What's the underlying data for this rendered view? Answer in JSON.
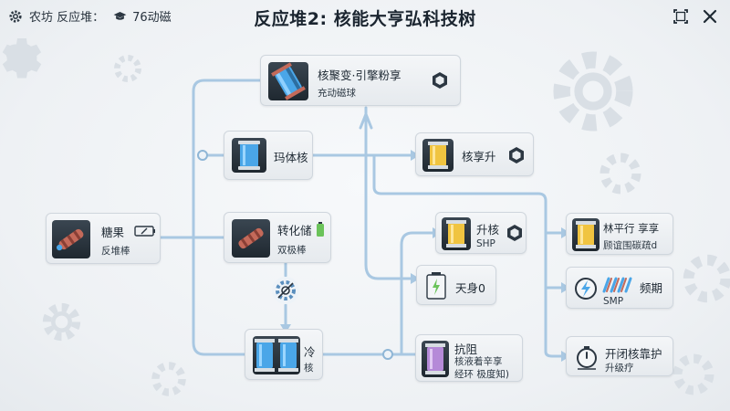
{
  "header": {
    "left_label": "农坊 反应堆：",
    "left_value": "76动磁",
    "title": "反应堆2: 核能大亨弘科技树"
  },
  "nodes": {
    "top": {
      "label1": "核聚变·引擎粉享",
      "label2": "充动磁球"
    },
    "cond": {
      "label1": "玛体核"
    },
    "rod": {
      "label1": "糖果",
      "label2": "反堆棒"
    },
    "mid": {
      "label1": "转化储",
      "label2": "双极棒"
    },
    "core": {
      "label1": "冷",
      "label2": "核"
    },
    "upgrade_a": {
      "label1": "核享升"
    },
    "boost": {
      "label1": "升核",
      "label2": "SHP"
    },
    "energy": {
      "label1": "天身0"
    },
    "coil": {
      "label1": "抗阻",
      "label2": "核液着辛享",
      "label3": "经环 极度知)"
    },
    "tree_r1": {
      "label1": "林平行 享享",
      "label2": "顾谊围碳疏d"
    },
    "tree_r2": {
      "label1": "频期",
      "label2": "SMP"
    },
    "tree_r3": {
      "label1": "开闭核靠护",
      "label2": "升级疗"
    }
  },
  "colors": {
    "wire": "#a9c8e2",
    "wire_dark": "#8fb6d6",
    "tube_blue": "#4aa6e8",
    "tube_yellow": "#f0c440",
    "tube_green": "#6bc35a",
    "tube_purple": "#b58ad8",
    "rod_red": "#c46a5a"
  }
}
